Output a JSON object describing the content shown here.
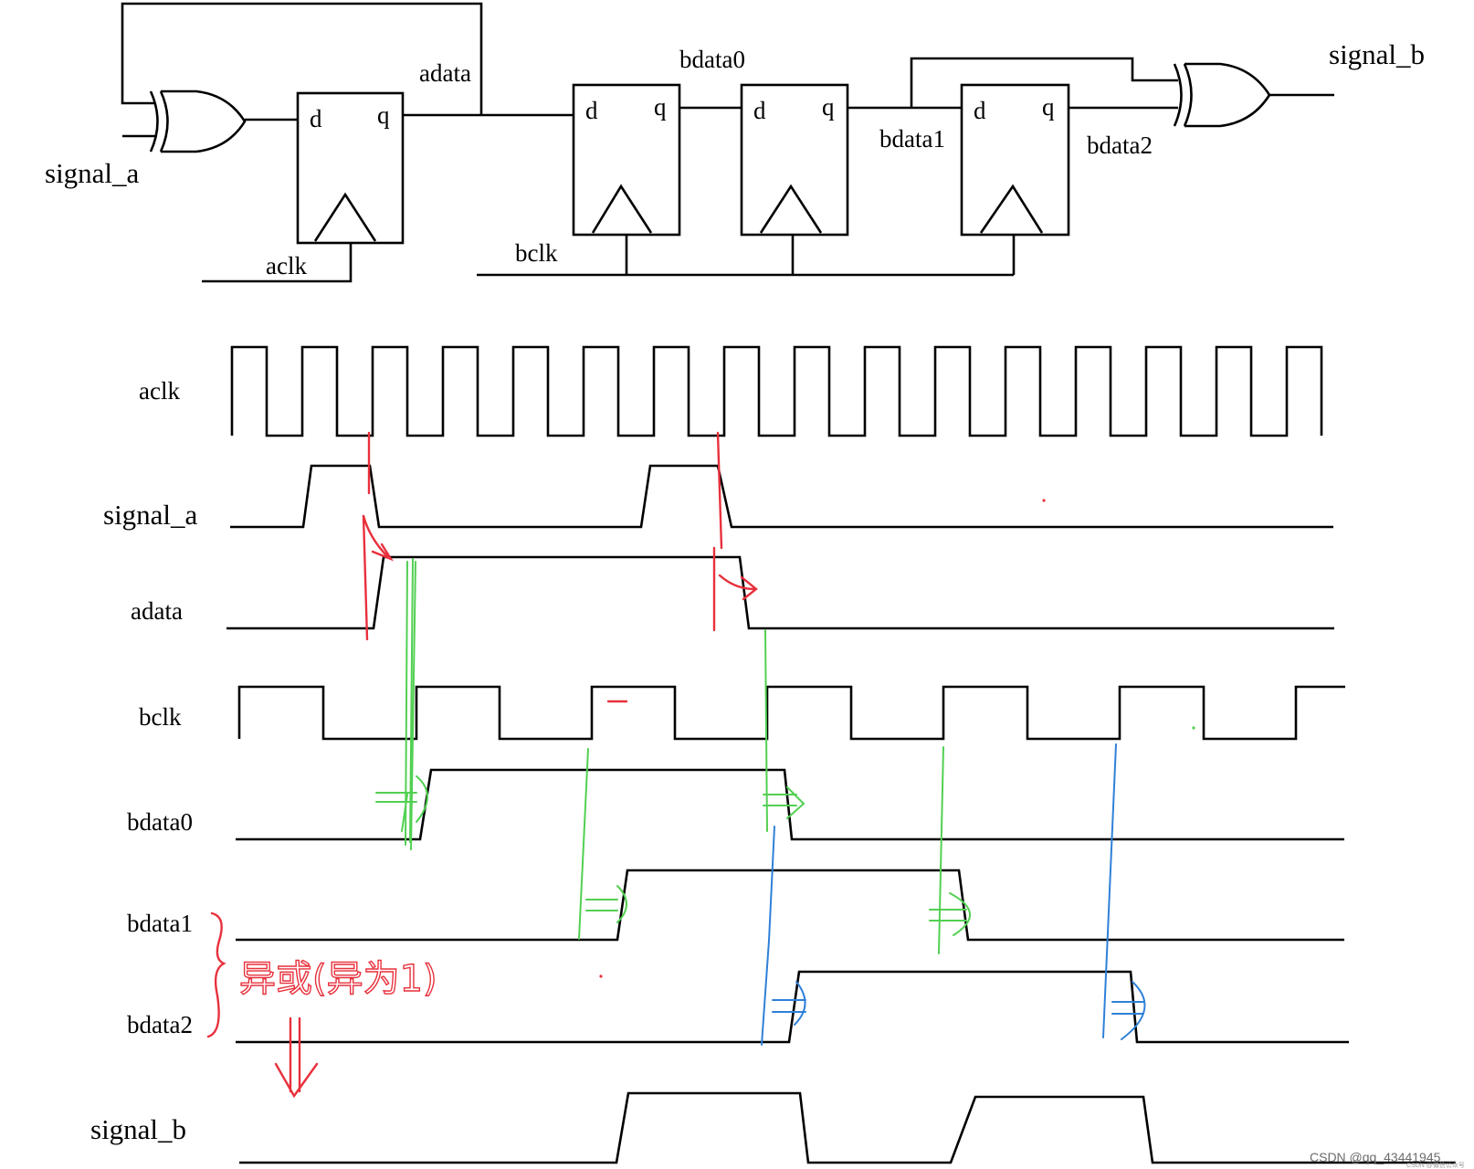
{
  "circuit": {
    "input_label": "signal_a",
    "aclk_label": "aclk",
    "adata_label": "adata",
    "bclk_label": "bclk",
    "bdata0_label": "bdata0",
    "bdata1_label": "bdata1",
    "bdata2_label": "bdata2",
    "output_label": "signal_b",
    "d_pin": "d",
    "q_pin": "q"
  },
  "timing": {
    "signals": [
      "aclk",
      "signal_a",
      "adata",
      "bclk",
      "bdata0",
      "bdata1",
      "bdata2",
      "signal_b"
    ]
  },
  "annotations": {
    "handwritten_note": "异或(异为1)",
    "colors": {
      "sync_green": "#52d052",
      "sync_blue": "#2f80d8",
      "note_red": "#e8303c"
    }
  },
  "watermark": {
    "text": "CSDN @qq_43441945",
    "small_text": "CSDN @微信公众号"
  }
}
